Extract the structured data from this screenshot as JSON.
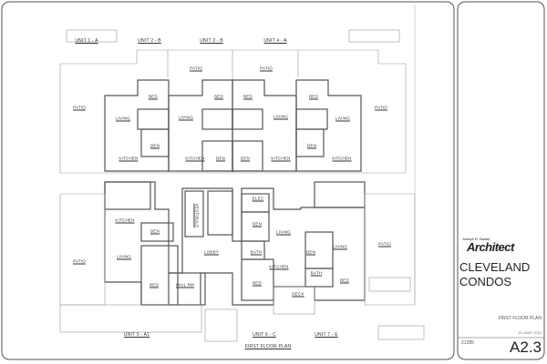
{
  "drawing": {
    "title": "FIRST FLOOR PLAN",
    "units_top": [
      "UNIT 1 - A",
      "UNIT 2 - B",
      "UNIT 3 - B",
      "UNIT 4 - A"
    ],
    "units_bottom": [
      "UNIT 5 - A1",
      "UNIT 6 - C",
      "UNIT 7 - E"
    ],
    "rooms": {
      "patio": "PATIO",
      "bed": "BED",
      "living": "LIVING",
      "den": "DEN",
      "kitchen": "KITCHEN",
      "bath": "BATH",
      "lobby": "LOBBY",
      "mail": "MAIL RM",
      "elec": "ELEC",
      "deck": "DECK",
      "vestibule": "VESTIBULE"
    }
  },
  "title_block": {
    "architect_name": "Joseph R. Baxter",
    "logo_text": "Architect",
    "project_line1": "CLEVELAND",
    "project_line2": "CONDOS",
    "sheet_title": "FIRST FLOOR PLAN",
    "date": "15 JUNE 2022",
    "job_number": "21285",
    "sheet_number": "A2.3"
  }
}
